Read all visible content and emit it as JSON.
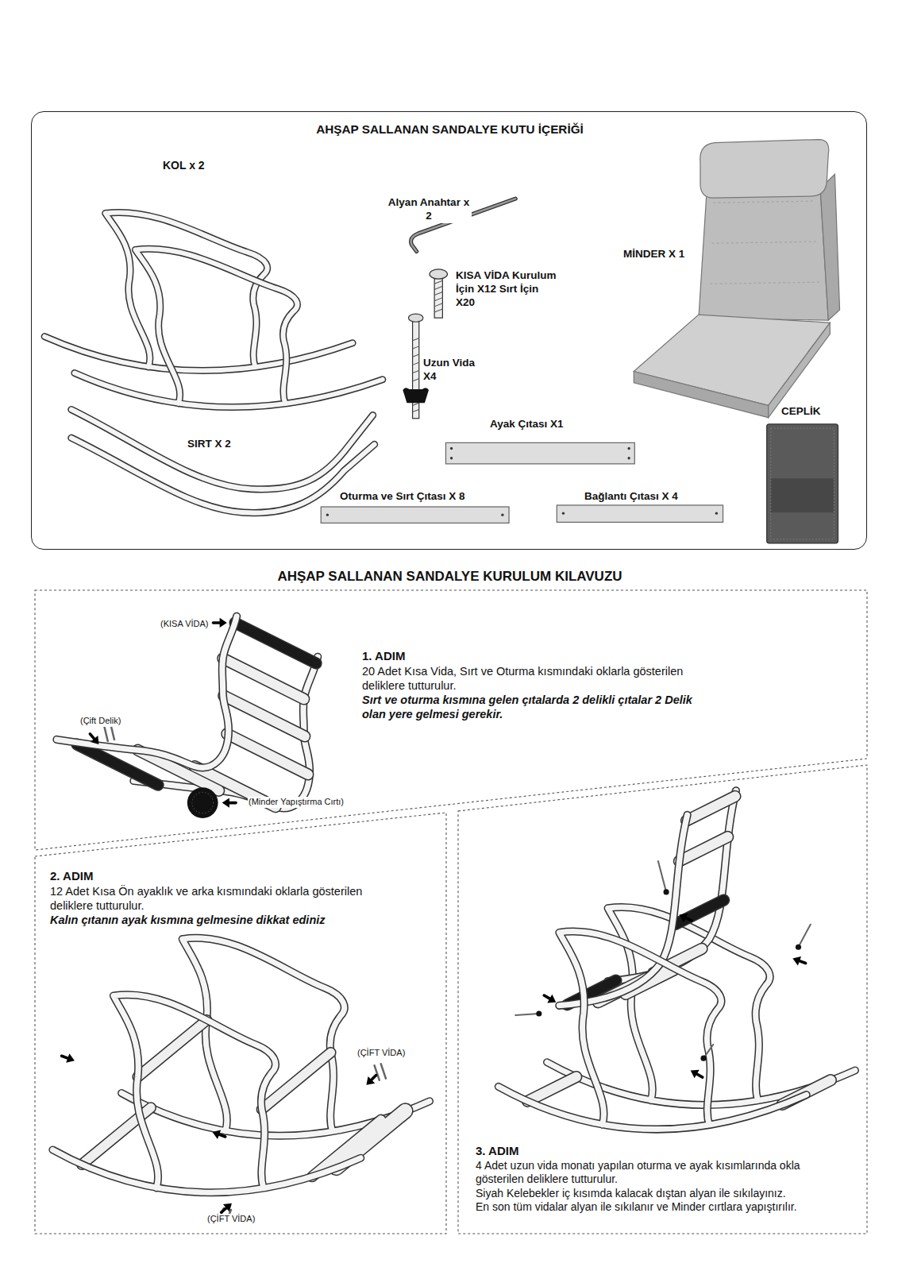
{
  "diagram": {
    "nodes": [
      {
        "text": [
          "AHŞAP SALLANAN SANDALYE KUTU İÇERİĞİ"
        ]
      },
      {
        "text": [
          "1. ADIM",
          "20 Adet Kısa Vida, Sırt ve Oturma kısmındaki oklarla gösterilen deliklere tutturulur.",
          "Sırt ve oturma kısmına gelen çıtalarda 2 delikli çıtalar 2 Delik olan yere gelmesi gerekir."
        ]
      },
      {
        "text": [
          "2. ADIM",
          "12 Adet Kısa Ön ayaklık ve arka kısmındaki oklarla gösterilen deliklere tutturulur.",
          "Kalın çıtanın ayak kısmına gelmesine dikkat ediniz"
        ]
      },
      {
        "text": [
          "3. ADIM",
          "4 Adet uzun vida monatı yapılan oturma ve ayak kısımlarında okla gösterilen deliklere tutturulur.",
          "Siyah Kelebekler iç kısımda kalacak dıştan alyan ile sıkılayınız.",
          "En son tüm vidalar alyan ile sıkılanır ve Minder cırtlara yapıştırılır."
        ]
      }
    ],
    "labels": [
      "KOL x 2",
      "Alyan Anahtar x 2",
      "KISA VİDA Kurulum İçin X12 Sırt İçin X20",
      "Uzun Vida X4",
      "MİNDER X 1",
      "SIRT X 2",
      "Ayak Çıtası X1",
      "CEPLİK",
      "Oturma ve Sırt Çıtası X 8",
      "Bağlantı Çıtası X 4",
      "AHŞAP SALLANAN SANDALYE KURULUM KILAVUZU",
      "(KISA VİDA)",
      "(Çift Delik)",
      "(Minder Yapıştırma Cırtı)",
      "(ÇİFT VİDA)",
      "(ÇİFT VİDA)"
    ]
  }
}
